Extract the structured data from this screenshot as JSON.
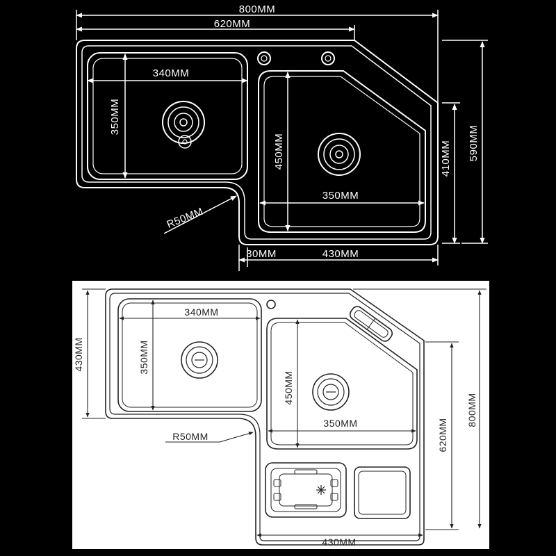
{
  "top_diagram": {
    "labels": {
      "overall_width": "800MM",
      "bowl_span": "620MM",
      "left_bowl_width": "340MM",
      "left_bowl_depth": "350MM",
      "right_bowl_depth": "450MM",
      "right_bowl_width": "350MM",
      "inner_height": "410MM",
      "overall_height": "590MM",
      "corner_radius": "R50MM",
      "offset": "30MM",
      "bottom_width": "430MM"
    },
    "colors": {
      "background": "#000000",
      "stroke": "#ffffff"
    }
  },
  "bottom_diagram": {
    "labels": {
      "left_bowl_width": "340MM",
      "left_bowl_depth": "350MM",
      "right_bowl_depth": "450MM",
      "right_bowl_width": "350MM",
      "left_height": "430MM",
      "inner_height": "620MM",
      "overall_height": "800MM",
      "corner_radius": "R50MM",
      "bottom_width": "430MM"
    },
    "colors": {
      "background": "#ffffff",
      "stroke": "#222222"
    }
  }
}
